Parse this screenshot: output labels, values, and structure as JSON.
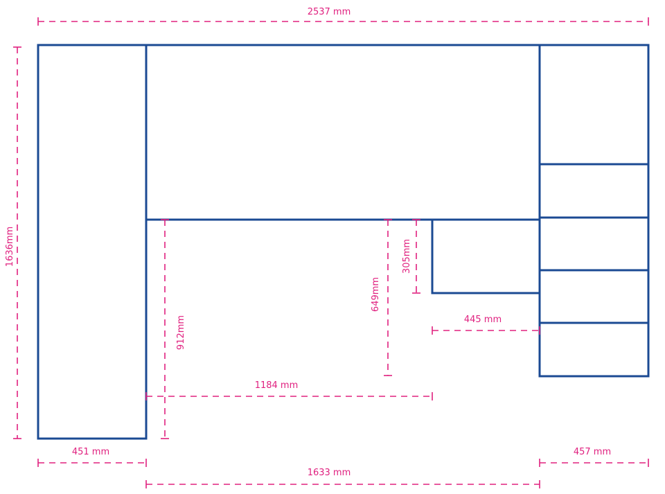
{
  "colors": {
    "outline": "#1b4a93",
    "dimension": "#e0207f",
    "background": "#ffffff"
  },
  "dimensions": {
    "overall_width": "2537 mm",
    "overall_height": "1636mm",
    "left_tower_width": "451 mm",
    "middle_span_width": "1633 mm",
    "right_tower_width": "457 mm",
    "desk_opening_height": "912mm",
    "desk_opening_width": "1184 mm",
    "inner_gap_height": "649mm",
    "small_cabinet_height": "305mm",
    "small_cabinet_width": "445 mm"
  }
}
